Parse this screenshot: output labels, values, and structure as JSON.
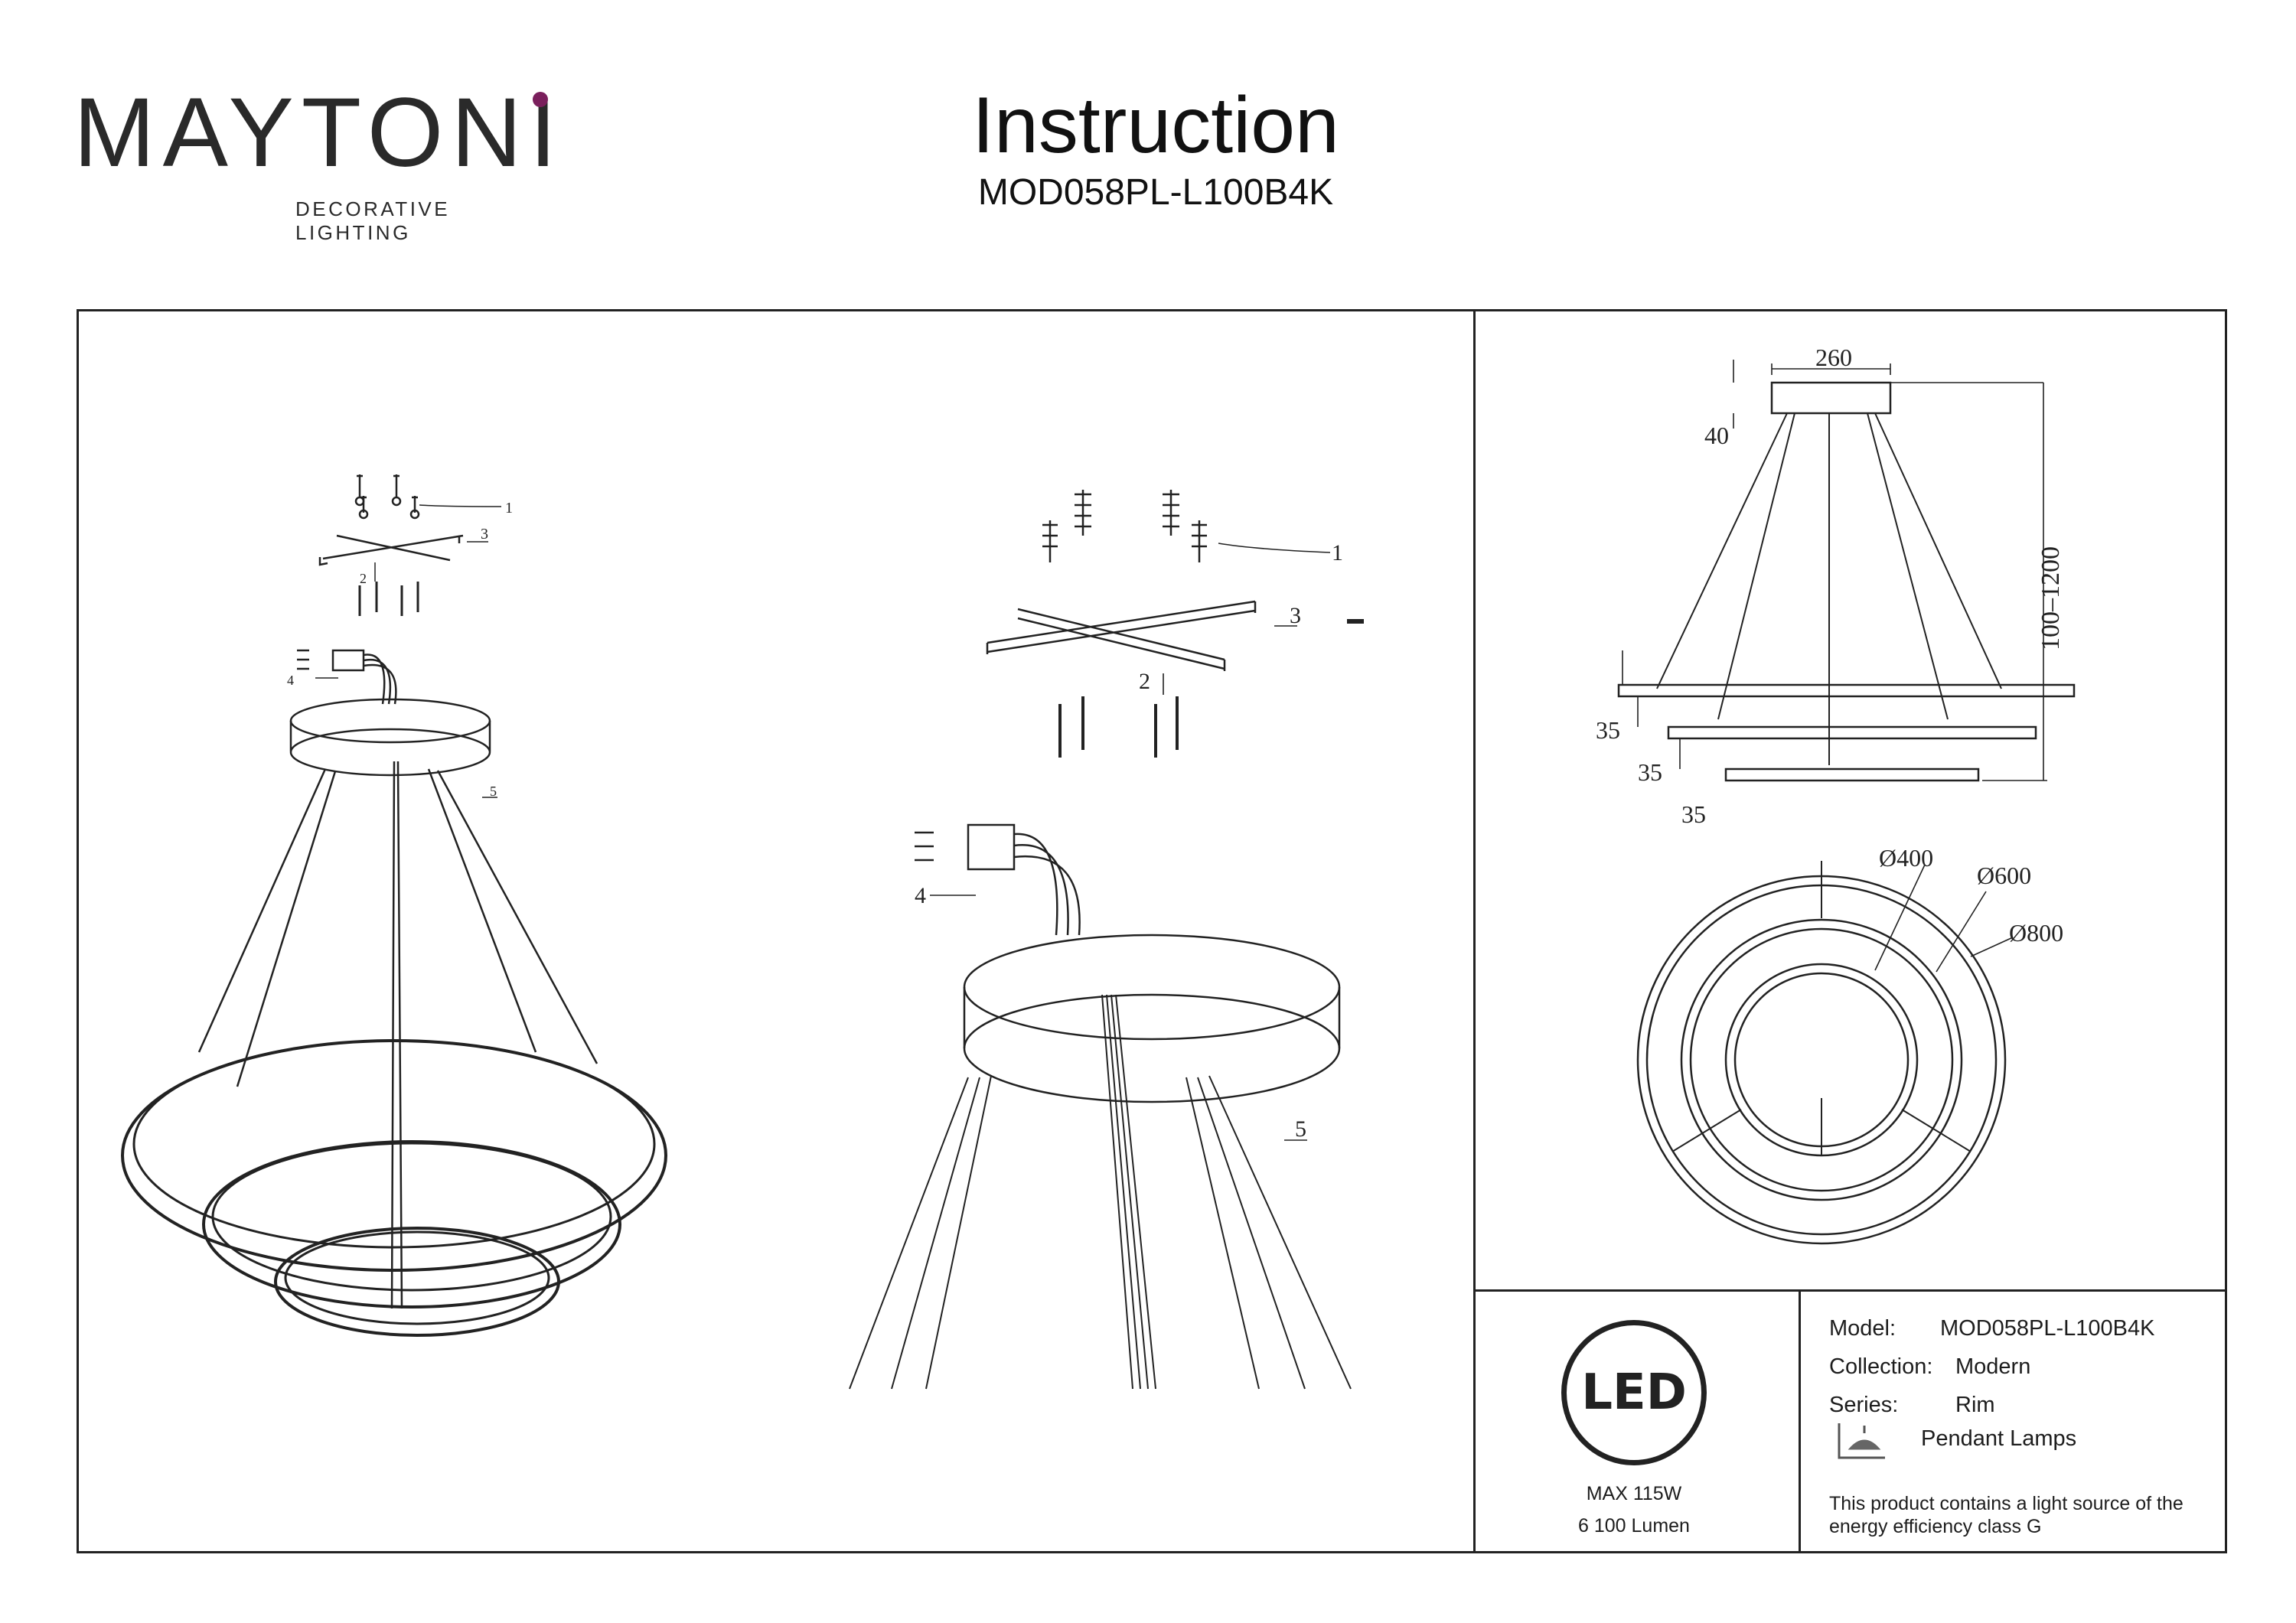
{
  "brand": {
    "name": "MAYTONI",
    "tagline": "DECORATIVE LIGHTING"
  },
  "header": {
    "title": "Instruction",
    "model": "MOD058PL-L100B4K"
  },
  "callouts": {
    "ceiling_screws": "1",
    "screws": "2",
    "mounting_bracket": "3",
    "terminal_block": "4",
    "suspension_cables": "5"
  },
  "dimensions": {
    "canopy_width": "260",
    "canopy_height": "40",
    "ring_height_1": "35",
    "ring_height_2": "35",
    "ring_height_3": "35",
    "suspension_length": "100–1200",
    "diameter_small": "Ø400",
    "diameter_medium": "Ø600",
    "diameter_large": "Ø800"
  },
  "led_badge": {
    "text": "LED",
    "power": "MAX 115W",
    "lumen": "6 100 Lumen"
  },
  "specs": {
    "model_label": "Model:",
    "model_value": "MOD058PL-L100B4K",
    "collection_label": "Collection:",
    "collection_value": "Modern",
    "series_label": "Series:",
    "series_value": "Rim",
    "type_value": "Pendant Lamps",
    "energy_line1": "This product contains a light source of the",
    "energy_line2": "energy efficiency class G"
  },
  "colors": {
    "ink": "#222222",
    "accent_dot": "#7a1f5c"
  }
}
